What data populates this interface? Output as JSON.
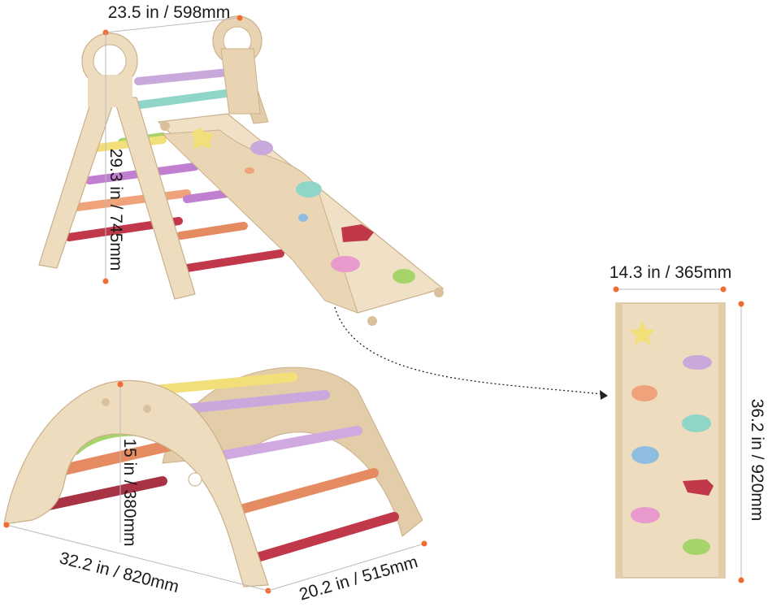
{
  "dimensions": {
    "triangle_width": "23.5 in / 598mm",
    "triangle_height": "29.3 in / 745mm",
    "arch_height": "15 in / 380mm",
    "arch_length": "32.2 in / 820mm",
    "arch_width": "20.2 in / 515mm",
    "ramp_width": "14.3 in / 365mm",
    "ramp_length": "36.2 in / 920mm"
  },
  "colors": {
    "wood": "#eedcbf",
    "wood_dark": "#d9c19d",
    "dot": "#f26a2f",
    "rungs": [
      "#c9a9dc",
      "#8fd6c8",
      "#a6d46b",
      "#f2df7a",
      "#c07fd0",
      "#f0a27a",
      "#e58b62",
      "#c0384a"
    ]
  }
}
